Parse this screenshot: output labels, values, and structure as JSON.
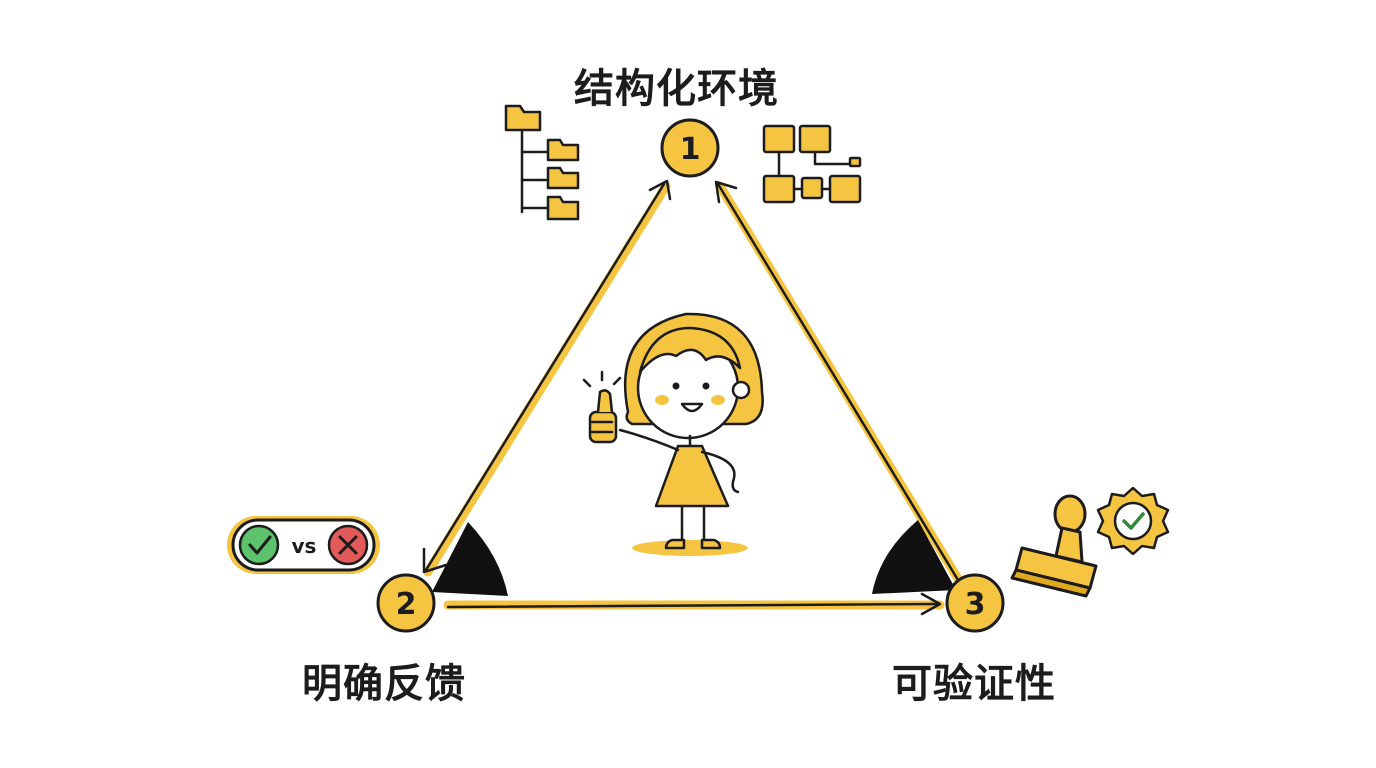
{
  "nodes": [
    {
      "id": "1",
      "label": "结构化环境"
    },
    {
      "id": "2",
      "label": "明确反馈"
    },
    {
      "id": "3",
      "label": "可验证性"
    }
  ],
  "badge_text": "vs",
  "icons": {
    "node1_left": "folder-tree-icon",
    "node1_right": "block-diagram-icon",
    "node2": "check-vs-cross-icon",
    "node3_stamp": "rubber-stamp-icon",
    "node3_seal": "approval-seal-icon",
    "center": "thumbs-up-girl-illustration"
  },
  "colors": {
    "accent": "#f5c542",
    "accent_dark": "#e0a91f",
    "ink": "#1c1c1c",
    "check_green": "#5cc26b",
    "cross_red": "#e25a5a"
  }
}
